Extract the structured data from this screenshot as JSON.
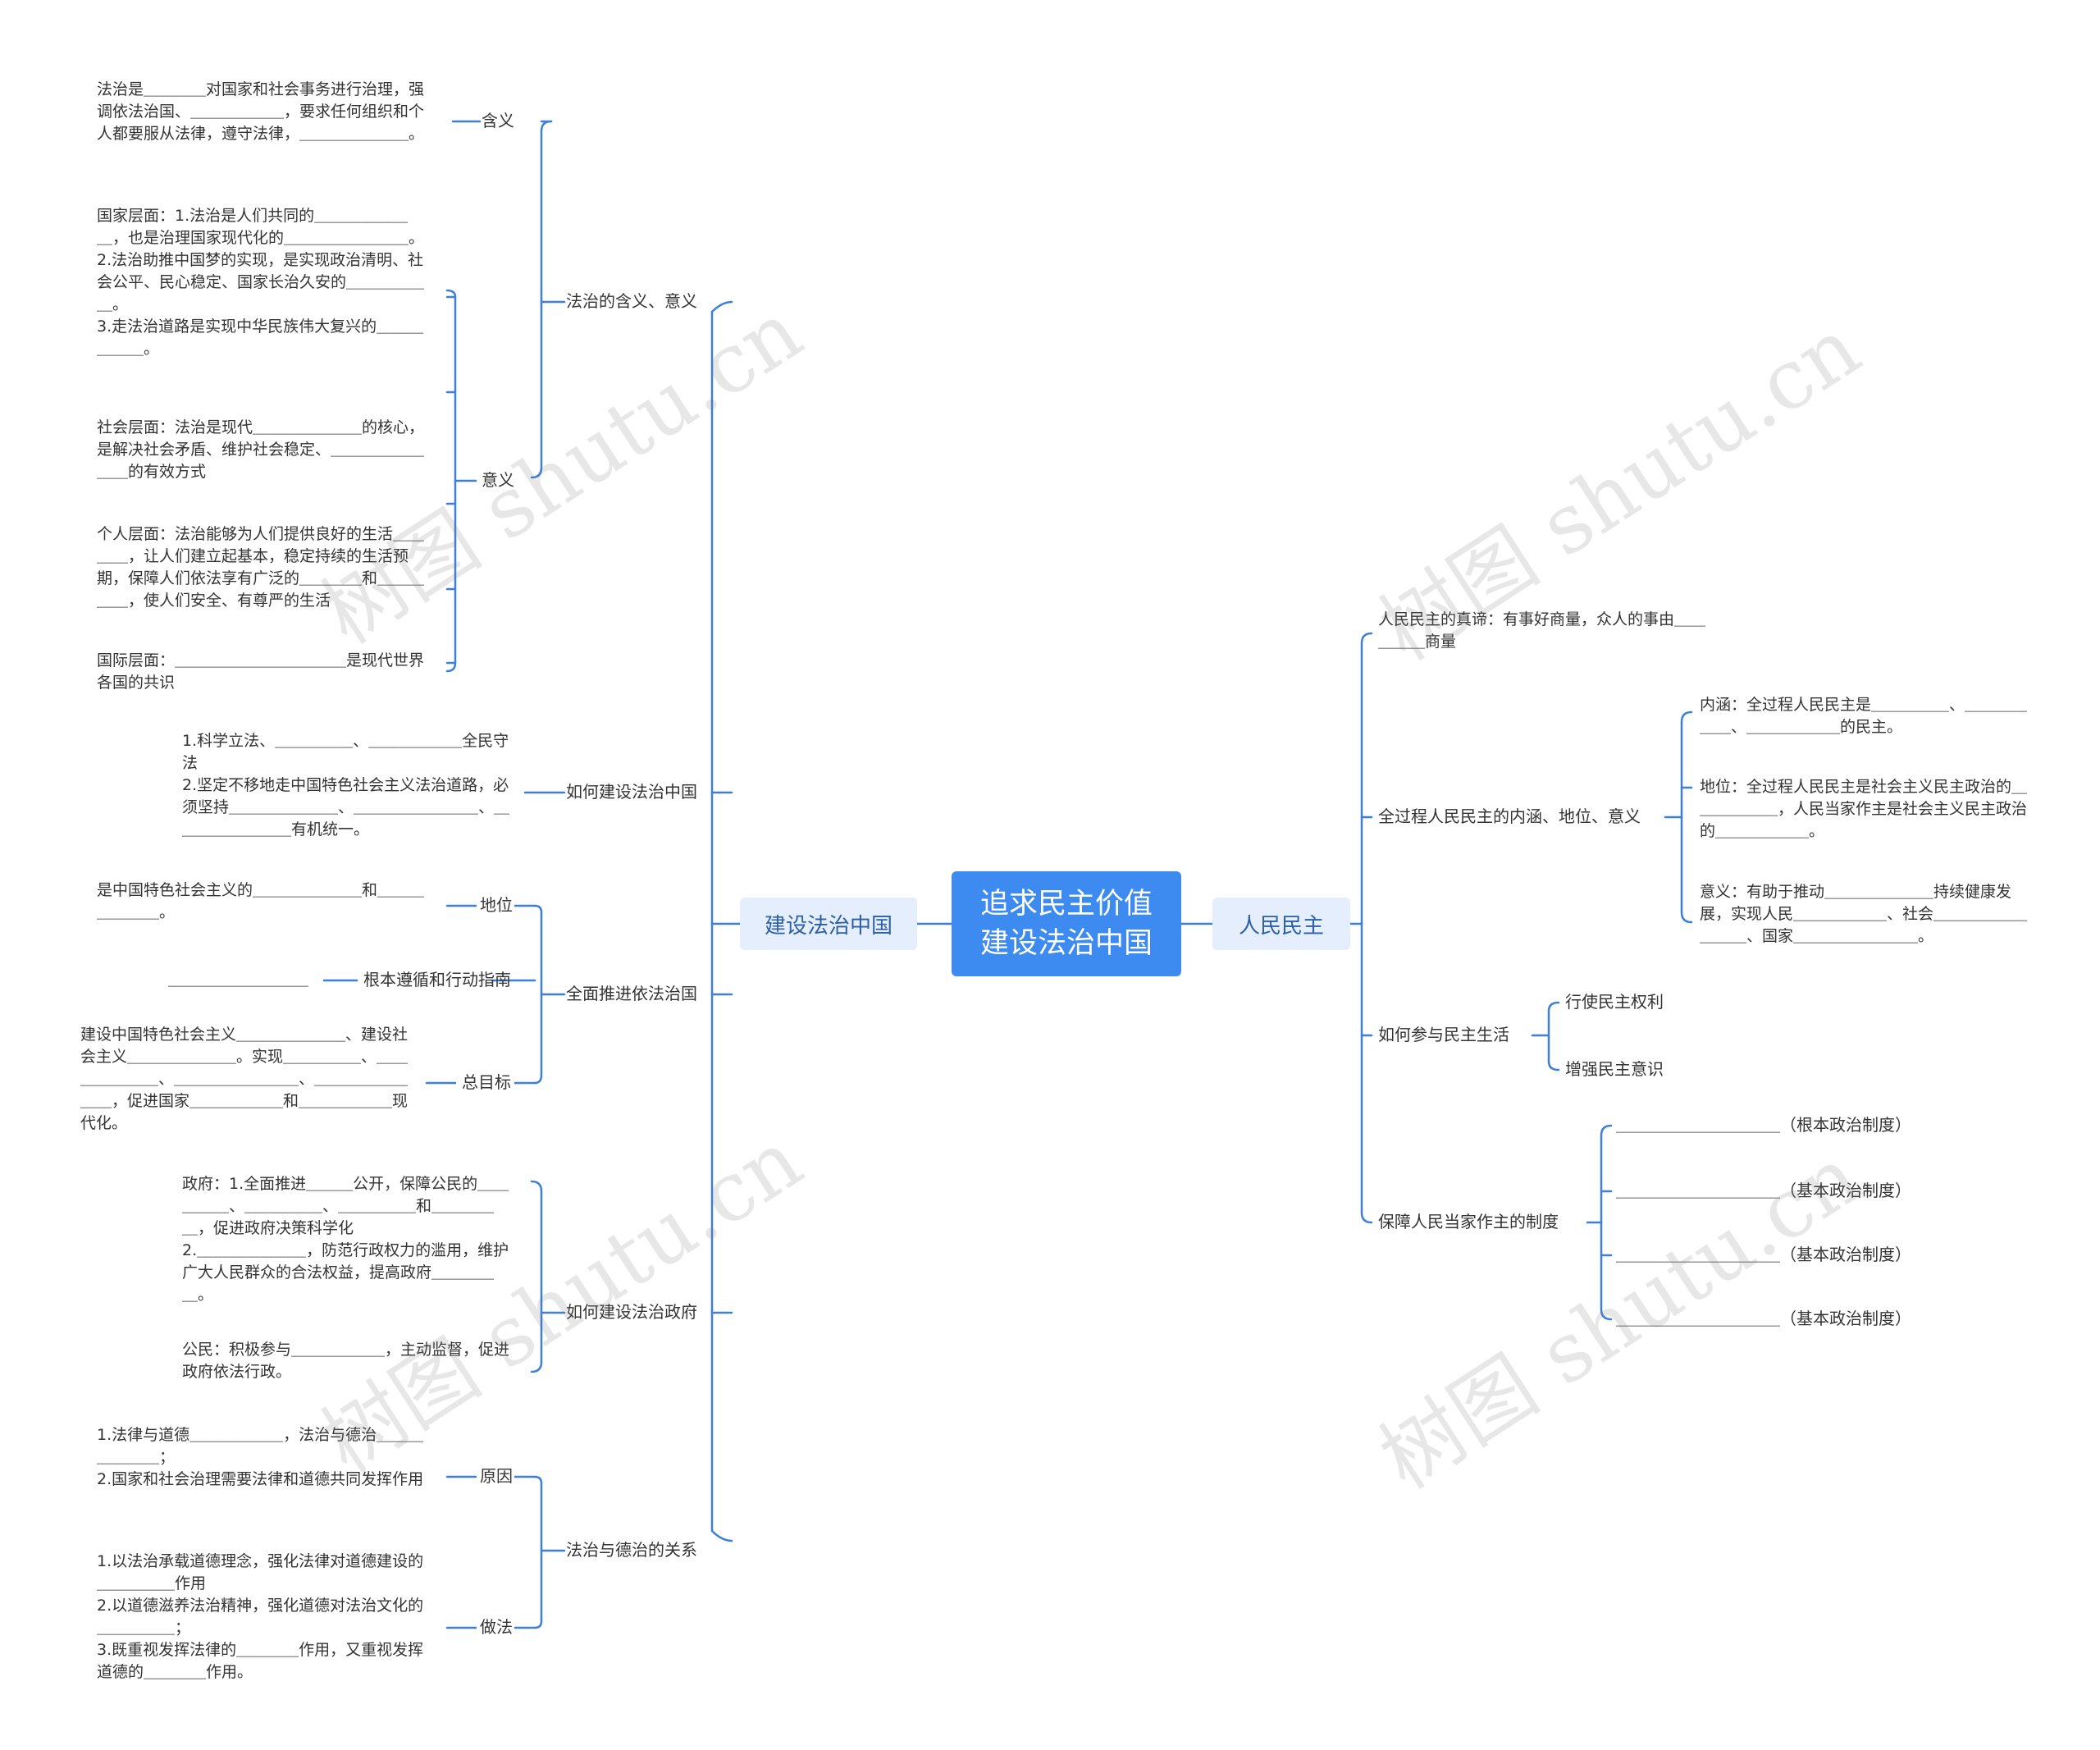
{
  "root": {
    "line1": "追求民主价值",
    "line2": "建设法治中国"
  },
  "left": {
    "label": "建设法治中国",
    "meaning": {
      "label": "法治的含义、意义",
      "definition": {
        "label": "含义",
        "text": "法治是＿＿＿＿对国家和社会事务进行治理，强调依法治国、＿＿＿＿＿＿，要求任何组织和个人都要服从法律，遵守法律，＿＿＿＿＿＿＿。"
      },
      "significance": {
        "label": "意义",
        "national": "国家层面：1.法治是人们共同的＿＿＿＿＿＿＿，也是治理国家现代化的＿＿＿＿＿＿＿＿。\n2.法治助推中国梦的实现，是实现政治清明、社会公平、民心稳定、国家长治久安的＿＿＿＿＿＿。\n3.走法治道路是实现中华民族伟大复兴的＿＿＿＿＿＿。",
        "social": "社会层面：法治是现代＿＿＿＿＿＿＿的核心，是解决社会矛盾、维护社会稳定、＿＿＿＿＿＿＿＿的有效方式",
        "personal": "个人层面：法治能够为人们提供良好的生活＿＿＿＿，让人们建立起基本，稳定持续的生活预期，保障人们依法享有广泛的＿＿＿＿和＿＿＿＿＿，使人们安全、有尊严的生活",
        "international": "国际层面：＿＿＿＿＿＿＿＿＿＿＿是现代世界各国的共识"
      }
    },
    "how_build": {
      "label": "如何建设法治中国",
      "text": "1.科学立法、＿＿＿＿＿、＿＿＿＿＿＿全民守法\n2.坚定不移地走中国特色社会主义法治道路，必须坚持＿＿＿＿＿＿＿、＿＿＿＿＿＿＿＿、＿＿＿＿＿＿＿＿有机统一。"
    },
    "comprehensive": {
      "label": "全面推进依法治国",
      "status": {
        "label": "地位",
        "text": "是中国特色社会主义的＿＿＿＿＿＿＿和＿＿＿＿＿＿＿。"
      },
      "guide": {
        "label": "根本遵循和行动指南",
        "text": "＿＿＿＿＿＿＿＿＿"
      },
      "goal": {
        "label": "总目标",
        "text": "建设中国特色社会主义＿＿＿＿＿＿＿、建设社会主义＿＿＿＿＿＿＿。实现＿＿＿＿＿、＿＿＿＿＿＿＿、＿＿＿＿＿＿＿＿、＿＿＿＿＿＿＿＿，促进国家＿＿＿＿＿＿和＿＿＿＿＿＿现代化。"
      }
    },
    "government": {
      "label": "如何建设法治政府",
      "gov": "政府：1.全面推进＿＿＿公开，保障公民的＿＿＿＿＿、＿＿＿＿＿、＿＿＿＿＿和＿＿＿＿＿，促进政府决策科学化\n2.＿＿＿＿＿＿＿，防范行政权力的滥用，维护广大人民群众的合法权益，提高政府＿＿＿＿＿。",
      "citizen": "公民：积极参与＿＿＿＿＿＿，主动监督，促进政府依法行政。"
    },
    "morality": {
      "label": "法治与德治的关系",
      "reason": {
        "label": "原因",
        "text": "1.法律与道德＿＿＿＿＿＿，法治与德治＿＿＿＿＿＿＿；\n2.国家和社会治理需要法律和道德共同发挥作用"
      },
      "method": {
        "label": "做法",
        "text": "1.以法治承载道德理念，强化法律对道德建设的＿＿＿＿＿作用\n2.以道德滋养法治精神，强化道德对法治文化的＿＿＿＿＿；\n3.既重视发挥法律的＿＿＿＿作用，又重视发挥道德的＿＿＿＿作用。"
      }
    }
  },
  "right": {
    "label": "人民民主",
    "essence": "人民民主的真谛：有事好商量，众人的事由＿＿＿＿＿商量",
    "whole_process": {
      "label": "全过程人民民主的内涵、地位、意义",
      "connotation": "内涵：全过程人民民主是＿＿＿＿＿、＿＿＿＿＿＿、＿＿＿＿＿＿的民主。",
      "status": "地位：全过程人民民主是社会主义民主政治的＿＿＿＿＿＿，人民当家作主是社会主义民主政治的＿＿＿＿＿＿。",
      "significance": "意义：有助于推动＿＿＿＿＿＿＿持续健康发展，实现人民＿＿＿＿＿＿、社会＿＿＿＿＿＿＿＿＿、国家＿＿＿＿＿＿＿＿。"
    },
    "participate": {
      "label": "如何参与民主生活",
      "items": [
        "行使民主权利",
        "增强民主意识"
      ]
    },
    "systems": {
      "label": "保障人民当家作主的制度",
      "items": [
        {
          "blank": "＿＿＿＿＿＿＿＿＿＿",
          "note": "（根本政治制度）"
        },
        {
          "blank": "＿＿＿＿＿＿＿＿＿＿",
          "note": "（基本政治制度）"
        },
        {
          "blank": "＿＿＿＿＿＿＿＿＿＿",
          "note": "（基本政治制度）"
        },
        {
          "blank": "＿＿＿＿＿＿＿＿＿＿",
          "note": "（基本政治制度）"
        }
      ]
    }
  },
  "watermark": "树图 shutu.cn",
  "colors": {
    "line": "#3d7fd9",
    "root_bg": "#3d8bf0",
    "main_bg": "#e5eefc"
  }
}
